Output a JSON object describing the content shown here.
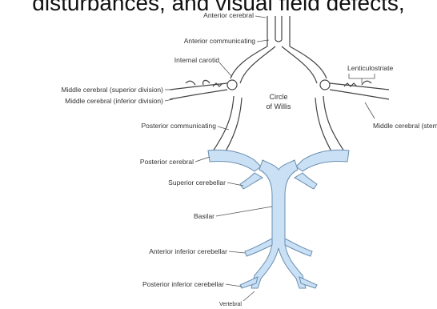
{
  "caption": "disturbances, and visual field defects,",
  "center_label": [
    "Circle",
    "of Willis"
  ],
  "labels": {
    "anterior_cerebral": "Anterior cerebral",
    "anterior_communicating": "Anterior communicating",
    "internal_carotid": "Internal carotid",
    "middle_cerebral_superior": "Middle cerebral (superior division)",
    "middle_cerebral_inferior": "Middle cerebral (inferior division)",
    "lenticulostriate": "Lenticulostriate",
    "middle_cerebral_stem": "Middle cerebral (stem)",
    "posterior_communicating": "Posterior communicating",
    "posterior_cerebral": "Posterior cerebral",
    "superior_cerebellar": "Superior cerebellar",
    "basilar": "Basilar",
    "anterior_inferior_cerebellar": "Anterior inferior cerebellar",
    "posterior_inferior_cerebellar": "Posterior inferior cerebellar",
    "vertebral": "Vertebral"
  },
  "colors": {
    "posterior_circulation": "#c9e0f5",
    "outline": "#444444"
  }
}
